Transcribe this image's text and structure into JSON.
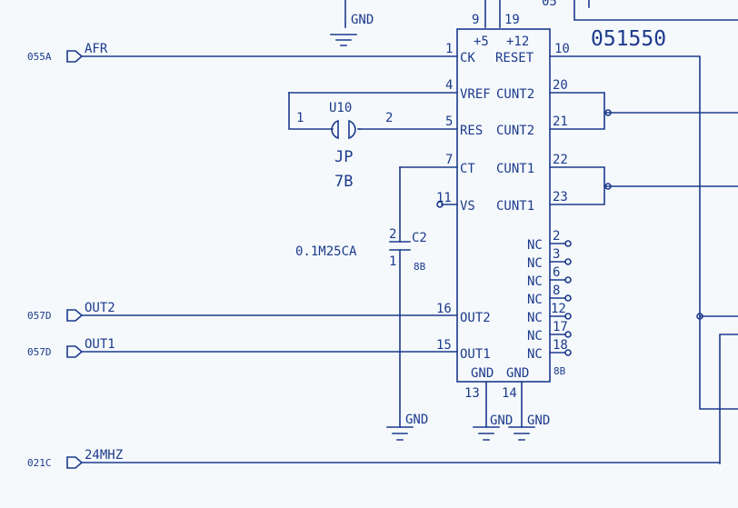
{
  "chip": {
    "part": "051550",
    "power_plus5": "+5",
    "power_plus12": "+12",
    "pin_9": "9",
    "pin_19": "19",
    "pins_left": [
      {
        "num": "1",
        "name": "CK"
      },
      {
        "num": "4",
        "name": "VREF"
      },
      {
        "num": "5",
        "name": "RES"
      },
      {
        "num": "7",
        "name": "CT"
      },
      {
        "num": "11",
        "name": "VS"
      },
      {
        "num": "16",
        "name": "OUT2"
      },
      {
        "num": "15",
        "name": "OUT1"
      }
    ],
    "pins_right": [
      {
        "num": "10",
        "name": "RESET"
      },
      {
        "num": "20",
        "name": "CUNT2"
      },
      {
        "num": "21",
        "name": "CUNT2"
      },
      {
        "num": "22",
        "name": "CUNT1"
      },
      {
        "num": "23",
        "name": "CUNT1"
      }
    ],
    "nc_pins": [
      {
        "num": "2",
        "name": "NC"
      },
      {
        "num": "3",
        "name": "NC"
      },
      {
        "num": "6",
        "name": "NC"
      },
      {
        "num": "8",
        "name": "NC"
      },
      {
        "num": "12",
        "name": "NC"
      },
      {
        "num": "17",
        "name": "NC"
      },
      {
        "num": "18",
        "name": "NC"
      }
    ],
    "gnd_pins": [
      {
        "num": "13",
        "name": "GND"
      },
      {
        "num": "14",
        "name": "GND"
      }
    ],
    "ref": "8B"
  },
  "jumper": {
    "ref": "U10",
    "pin_1": "1",
    "pin_2": "2",
    "type": "JP",
    "location": "7B"
  },
  "capacitor": {
    "ref": "C2",
    "value": "0.1M25CA",
    "pin_2": "2",
    "pin_1": "1",
    "location": "8B"
  },
  "gnd_labels": [
    "GND",
    "GND",
    "GND",
    "GND"
  ],
  "offpage_connectors": [
    {
      "ref": "055A",
      "signal": "AFR"
    },
    {
      "ref": "057D",
      "signal": "OUT2"
    },
    {
      "ref": "057D",
      "signal": "OUT1"
    },
    {
      "ref": "021C",
      "signal": "24MHZ"
    }
  ],
  "partial_label": "05",
  "colors": {
    "ink": "#1c3a8c",
    "paper": "#f5f9fc"
  }
}
